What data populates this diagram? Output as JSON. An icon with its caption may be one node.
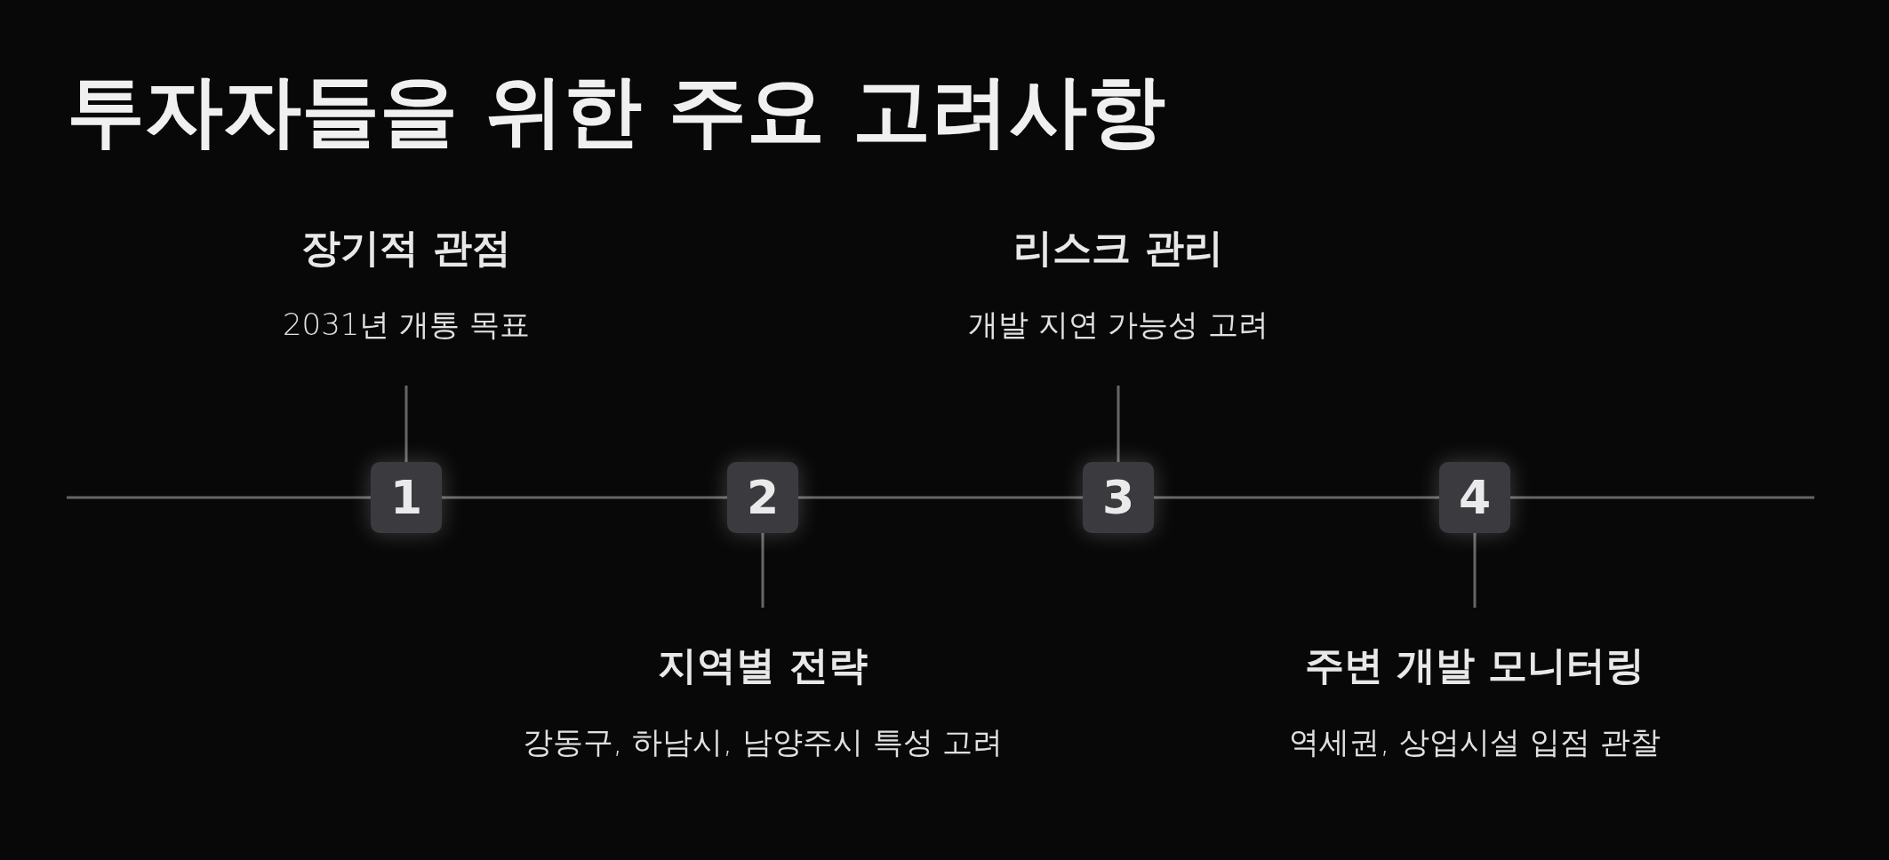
{
  "diagram": {
    "title": "투자자들을 위한 주요 고려사항",
    "nodes": [
      {
        "text": [
          "1"
        ]
      },
      {
        "text": [
          "장기적 관점",
          "2031년 개통 목표"
        ]
      },
      {
        "text": [
          "2"
        ]
      },
      {
        "text": [
          "지역별 전략",
          "강동구, 하남시, 남양주시 특성 고려"
        ]
      },
      {
        "text": [
          "3"
        ]
      },
      {
        "text": [
          "리스크 관리",
          "개발 지연 가능성 고려"
        ]
      },
      {
        "text": [
          "4"
        ]
      },
      {
        "text": [
          "주변 개발 모니터링",
          "역세권, 상업시설 입점 관찰"
        ]
      }
    ],
    "edges": [
      {
        "from": null,
        "to": 0,
        "arrow": "none"
      },
      {
        "from": 0,
        "to": 2,
        "arrow": "none"
      },
      {
        "from": 2,
        "to": 4,
        "arrow": "none"
      },
      {
        "from": 4,
        "to": 6,
        "arrow": "none"
      },
      {
        "from": 6,
        "to": null,
        "arrow": "none"
      },
      {
        "from": 1,
        "to": 0,
        "arrow": "none"
      },
      {
        "from": 3,
        "to": 2,
        "arrow": "none"
      },
      {
        "from": 5,
        "to": 4,
        "arrow": "none"
      },
      {
        "from": 7,
        "to": 6,
        "arrow": "none"
      }
    ]
  }
}
